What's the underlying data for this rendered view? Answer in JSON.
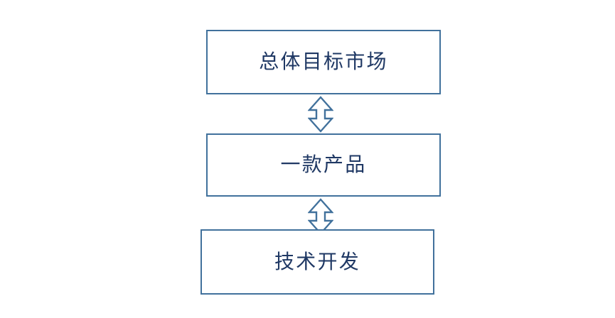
{
  "diagram": {
    "title": "总体目标市场 / 一款产品 / 技术开发 层级关系图",
    "orientation": "vertical",
    "background_color": "#FFFFFF",
    "node_border_color": "#41719C",
    "node_fill_color": "#FFFFFF",
    "node_text_color": "#1F3864",
    "connector_stroke_color": "#41719C",
    "connector_fill_color": "#FFFFFF",
    "nodes": [
      {
        "id": "tam",
        "label": "总体目标市场",
        "order": 1
      },
      {
        "id": "product",
        "label": "一款产品",
        "order": 2
      },
      {
        "id": "tech",
        "label": "技术开发",
        "order": 3
      }
    ],
    "connectors": [
      {
        "id": "connector-1",
        "icon": "double-headed-vertical-arrow-icon",
        "from": "tam",
        "to": "product",
        "direction": "bidirectional"
      },
      {
        "id": "connector-2",
        "icon": "double-headed-vertical-arrow-icon",
        "from": "product",
        "to": "tech",
        "direction": "bidirectional"
      }
    ]
  }
}
